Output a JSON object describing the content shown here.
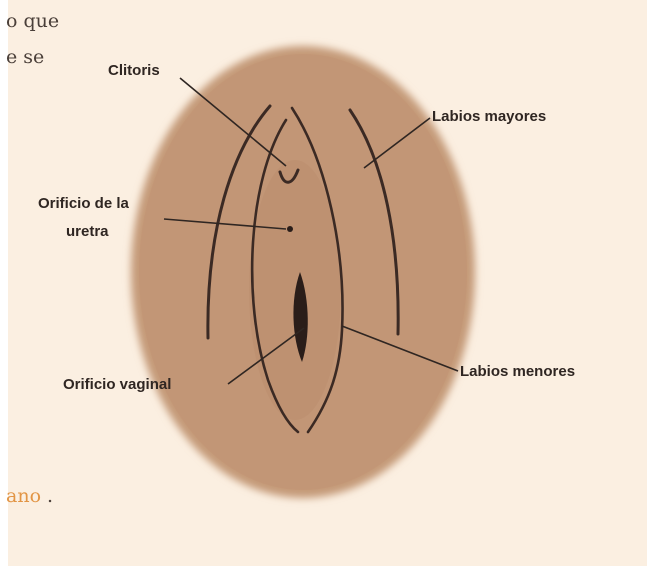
{
  "page_text": {
    "line1_fragment": "o que",
    "line2_fragment": "e se",
    "link_fragment": "ano",
    "period": "."
  },
  "labels": {
    "clitoris": "Clitoris",
    "labios_mayores": "Labios mayores",
    "orificio_uretra_line1": "Orificio de la",
    "orificio_uretra_line2": "uretra",
    "orificio_vaginal": "Orificio vaginal",
    "labios_menores": "Labios menores"
  },
  "colors": {
    "page_background": "#fbefe1",
    "skin": "#c49a78",
    "outline": "#3b2a24",
    "link": "#e29545"
  }
}
